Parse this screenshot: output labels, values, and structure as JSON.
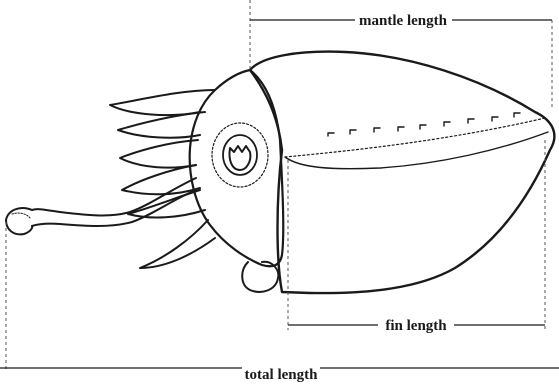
{
  "labels": {
    "mantle_length": "mantle length",
    "fin_length": "fin length",
    "total_length": "total length"
  },
  "colors": {
    "ink": "#1a1a1a",
    "dash": "#555555",
    "background": "#ffffff"
  }
}
